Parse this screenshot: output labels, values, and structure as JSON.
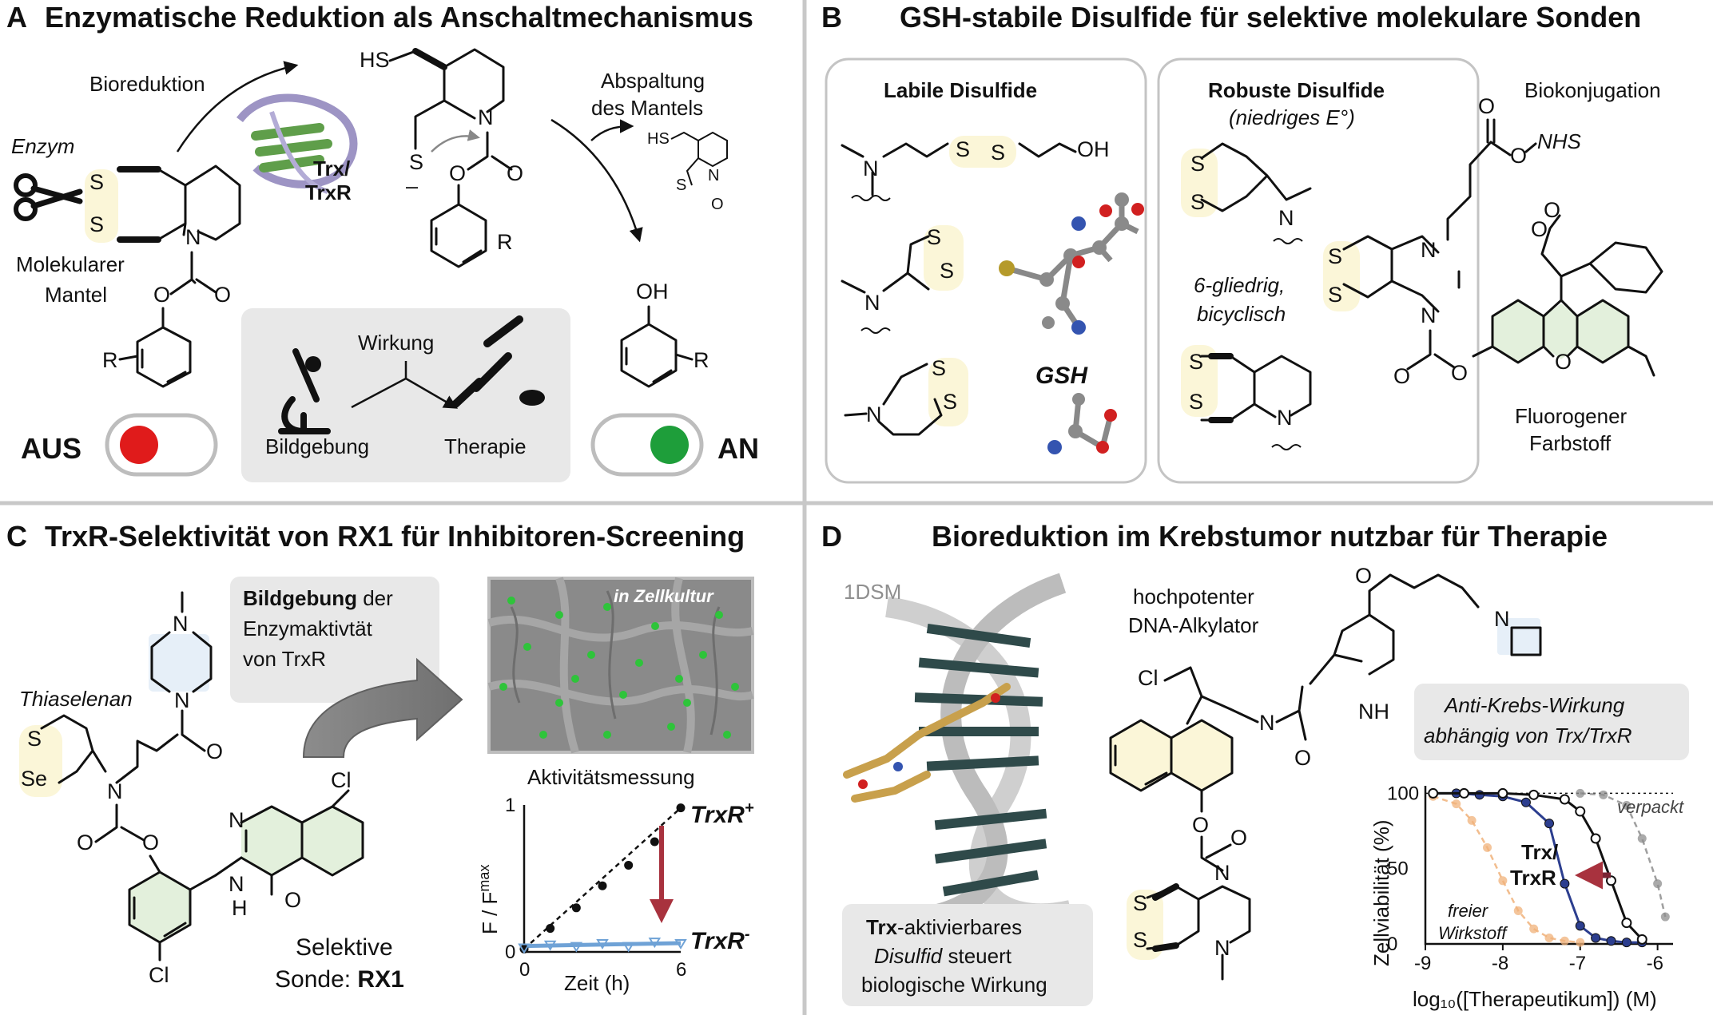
{
  "panels": {
    "A": {
      "letter": "A",
      "title": "Enzymatische Reduktion als Anschaltmechanismus",
      "bioreduktion": "Bioreduktion",
      "enzym": "Enzym",
      "mantel_1": "Molekularer",
      "mantel_2": "Mantel",
      "trx": "Trx/",
      "trxr": "TrxR",
      "abspaltung_1": "Abspaltung",
      "abspaltung_2": "des Mantels",
      "wirkung": "Wirkung",
      "bildgebung": "Bildgebung",
      "therapie": "Therapie",
      "aus": "AUS",
      "an": "AN",
      "switch_off_color": "#e01b1b",
      "switch_on_color": "#1e9e3a"
    },
    "B": {
      "letter": "B",
      "title": "GSH-stabile Disulfide für selektive molekulare Sonden",
      "labile": "Labile Disulfide",
      "robuste": "Robuste Disulfide",
      "niedriges": "(niedriges E°)",
      "gsh": "GSH",
      "ring_1": "6-gliedrig,",
      "ring_2": "bicyclisch",
      "biokonjugation": "Biokonjugation",
      "nhs": "NHS",
      "fluoro_1": "Fluorogener",
      "fluoro_2": "Farbstoff"
    },
    "C": {
      "letter": "C",
      "title": "TrxR-Selektivität von RX1 für Inhibitoren-Screening",
      "bild_bold": "Bildgebung",
      "bild_rest": " der",
      "bild_2": "Enzymaktivtät",
      "bild_3": "von TrxR",
      "zellkultur": "in Zellkultur",
      "aktivitaet": "Aktivitätsmessung",
      "thiaselenan": "Thiaselenan",
      "selektive": "Selektive",
      "sonde": "Sonde: ",
      "rx1": "RX1",
      "ylabel": "F / F",
      "ylabel_sup": "max",
      "xlabel": "Zeit (h)",
      "trxr_plus": "TrxR",
      "plus": "+",
      "trxr_minus": "TrxR",
      "minus": "-"
    },
    "D": {
      "letter": "D",
      "title": "Bioreduktion im Krebstumor nutzbar für Therapie",
      "pdb": "1DSM",
      "hoch_1": "hochpotenter",
      "hoch_2": "DNA-Alkylator",
      "anti_1": "Anti-Krebs-Wirkung",
      "anti_2": "abhängig von Trx/TrxR",
      "trx_bold": "Trx",
      "trx_rest": "-aktivierbares",
      "disulfid": "Disulfid",
      "steuert": " steuert",
      "bio_wirk": "biologische Wirkung",
      "ylabel": "Zellviabilität (%)",
      "xlabel": "log₁₀([Therapeutikum]) (M)",
      "verpackt": "verpackt",
      "freier_1": "freier",
      "freier_2": "Wirkstoff",
      "trx": "Trx/",
      "trxr": "TrxR"
    }
  },
  "chart_data": [
    {
      "type": "scatter",
      "title": "Aktivitätsmessung",
      "xlabel": "Zeit (h)",
      "ylabel": "F / Fmax",
      "xlim": [
        0,
        6
      ],
      "ylim": [
        0,
        1
      ],
      "xticks": [
        "0",
        "6"
      ],
      "yticks": [
        "0",
        "1"
      ],
      "series": [
        {
          "name": "TrxR+",
          "x": [
            0,
            1,
            2,
            3,
            4,
            5,
            6
          ],
          "y": [
            0.02,
            0.16,
            0.3,
            0.45,
            0.59,
            0.75,
            0.98
          ],
          "color": "#111111"
        },
        {
          "name": "TrxR-",
          "x": [
            0,
            1,
            2,
            3,
            4,
            5,
            6
          ],
          "y": [
            0.03,
            0.05,
            0.04,
            0.06,
            0.04,
            0.07,
            0.06
          ],
          "color": "#6fa2d6"
        }
      ]
    },
    {
      "type": "scatter",
      "xlabel": "log10([Therapeutikum]) (M)",
      "ylabel": "Zellviabilität (%)",
      "xlim": [
        -9,
        -5.8
      ],
      "ylim": [
        0,
        105
      ],
      "xticks": [
        "-9",
        "-8",
        "-7",
        "-6"
      ],
      "yticks": [
        "0",
        "50",
        "100"
      ],
      "series": [
        {
          "name": "freier Wirkstoff",
          "x": [
            -8.9,
            -8.6,
            -8.4,
            -8.2,
            -8.0,
            -7.8,
            -7.6,
            -7.4,
            -7.2,
            -7.0
          ],
          "y": [
            98,
            93,
            82,
            64,
            42,
            22,
            10,
            4,
            2,
            1
          ],
          "color": "#f0b27a"
        },
        {
          "name": "Trx/TrxR",
          "x": [
            -8.9,
            -8.6,
            -8.3,
            -8.0,
            -7.7,
            -7.4,
            -7.2,
            -7.0,
            -6.8,
            -6.6,
            -6.4,
            -6.2
          ],
          "y": [
            100,
            100,
            99,
            98,
            94,
            80,
            40,
            12,
            4,
            2,
            1,
            1
          ],
          "color": "#2c3e8f"
        },
        {
          "name": "open",
          "x": [
            -8.9,
            -8.5,
            -8.0,
            -7.6,
            -7.2,
            -7.0,
            -6.8,
            -6.6,
            -6.4,
            -6.2
          ],
          "y": [
            100,
            100,
            100,
            99,
            96,
            88,
            70,
            42,
            14,
            3
          ],
          "color": "#111111"
        },
        {
          "name": "verpackt",
          "x": [
            -7.0,
            -6.7,
            -6.4,
            -6.2,
            -6.0,
            -5.9
          ],
          "y": [
            100,
            99,
            92,
            70,
            40,
            18
          ],
          "color": "#8e8e8e"
        }
      ]
    }
  ]
}
